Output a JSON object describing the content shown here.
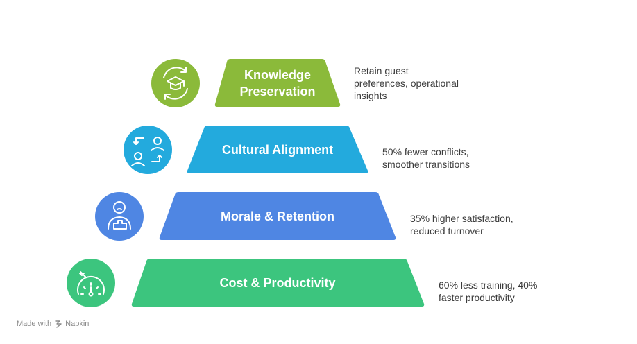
{
  "tiers": [
    {
      "label": "Knowledge\nPreservation",
      "description": "Retain guest\npreferences, operational\ninsights",
      "color": "#8BBA3A",
      "icon": "graduation-cap-refresh-icon"
    },
    {
      "label": "Cultural Alignment",
      "description": "50% fewer conflicts,\nsmoother transitions",
      "color": "#23AADD",
      "icon": "people-exchange-icon"
    },
    {
      "label": "Morale & Retention",
      "description": "35% higher satisfaction,\nreduced turnover",
      "color": "#4F86E3",
      "icon": "person-podium-icon"
    },
    {
      "label": "Cost & Productivity",
      "description": "60% less training, 40%\nfaster productivity",
      "color": "#3CC57E",
      "icon": "speedometer-icon"
    }
  ],
  "footer": {
    "prefix": "Made with",
    "brand": "Napkin"
  }
}
